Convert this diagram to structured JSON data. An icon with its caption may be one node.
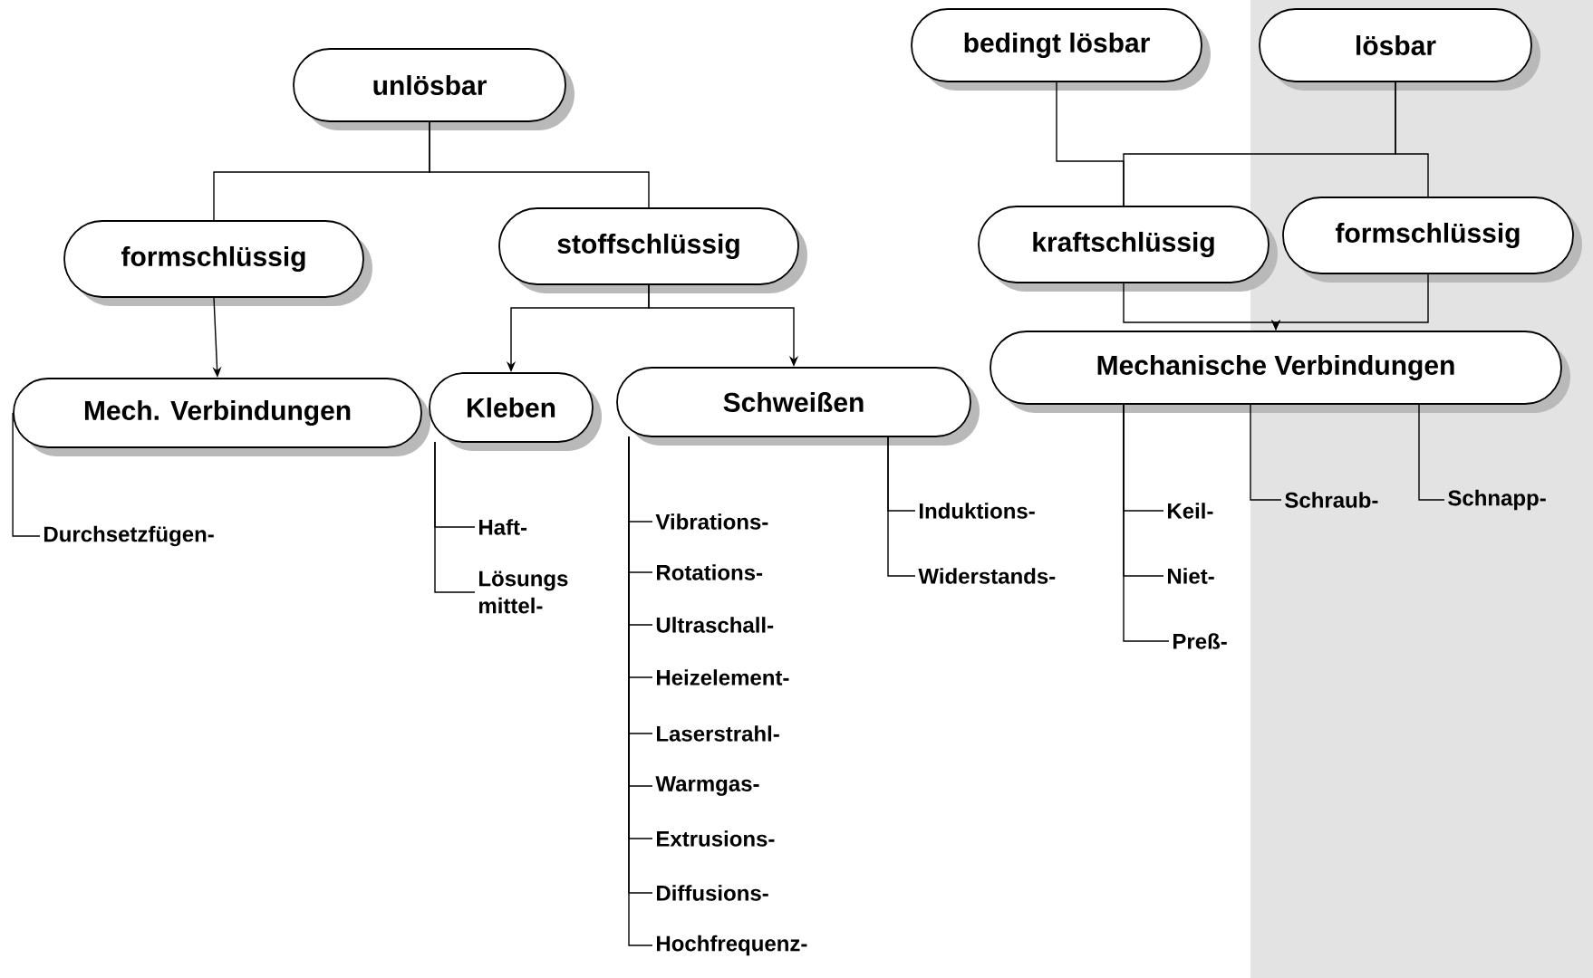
{
  "diagram": {
    "nodes": [
      {
        "text": [
          "unlösbar"
        ]
      },
      {
        "text": [
          "bedingt lösbar"
        ]
      },
      {
        "text": [
          "lösbar"
        ]
      },
      {
        "text": [
          "formschlüssig"
        ]
      },
      {
        "text": [
          "stoffschlüssig"
        ]
      },
      {
        "text": [
          "kraftschlüssig"
        ]
      },
      {
        "text": [
          "formschlüssig"
        ]
      },
      {
        "text": [
          "Mech. Verbindungen"
        ]
      },
      {
        "text": [
          "Kleben"
        ]
      },
      {
        "text": [
          "Schweißen"
        ]
      },
      {
        "text": [
          "Mechanische Verbindungen"
        ]
      },
      {
        "text": [
          "Durchsetzfügen-"
        ]
      },
      {
        "text": [
          "Haft-"
        ]
      },
      {
        "text": [
          "Lösungs mittel-"
        ]
      },
      {
        "text": [
          "Vibrations-"
        ]
      },
      {
        "text": [
          "Rotations-"
        ]
      },
      {
        "text": [
          "Ultraschall-"
        ]
      },
      {
        "text": [
          "Heizelement-"
        ]
      },
      {
        "text": [
          "Laserstrahl-"
        ]
      },
      {
        "text": [
          "Warmgas-"
        ]
      },
      {
        "text": [
          "Extrusions-"
        ]
      },
      {
        "text": [
          "Diffusions-"
        ]
      },
      {
        "text": [
          "Hochfrequenz-"
        ]
      },
      {
        "text": [
          "Induktions-"
        ]
      },
      {
        "text": [
          "Widerstands-"
        ]
      },
      {
        "text": [
          "Keil-"
        ]
      },
      {
        "text": [
          "Niet-"
        ]
      },
      {
        "text": [
          "Preß-"
        ]
      },
      {
        "text": [
          "Schraub-"
        ]
      },
      {
        "text": [
          "Schnapp-"
        ]
      }
    ],
    "edges": [
      {
        "from": 0,
        "to": 3,
        "arrow": "none"
      },
      {
        "from": 0,
        "to": 4,
        "arrow": "none"
      },
      {
        "from": 1,
        "to": 5,
        "arrow": "none"
      },
      {
        "from": 2,
        "to": 5,
        "arrow": "none"
      },
      {
        "from": 2,
        "to": 6,
        "arrow": "none"
      },
      {
        "from": 3,
        "to": 7,
        "arrow": "to"
      },
      {
        "from": 4,
        "to": 8,
        "arrow": "to"
      },
      {
        "from": 4,
        "to": 9,
        "arrow": "to"
      },
      {
        "from": 5,
        "to": 10,
        "arrow": "to"
      },
      {
        "from": 6,
        "to": 10,
        "arrow": "to"
      },
      {
        "from": 7,
        "to": 11,
        "arrow": "none"
      },
      {
        "from": 8,
        "to": 12,
        "arrow": "none"
      },
      {
        "from": 8,
        "to": 13,
        "arrow": "none"
      },
      {
        "from": 9,
        "to": 14,
        "arrow": "none"
      },
      {
        "from": 9,
        "to": 15,
        "arrow": "none"
      },
      {
        "from": 9,
        "to": 16,
        "arrow": "none"
      },
      {
        "from": 9,
        "to": 17,
        "arrow": "none"
      },
      {
        "from": 9,
        "to": 18,
        "arrow": "none"
      },
      {
        "from": 9,
        "to": 19,
        "arrow": "none"
      },
      {
        "from": 9,
        "to": 20,
        "arrow": "none"
      },
      {
        "from": 9,
        "to": 21,
        "arrow": "none"
      },
      {
        "from": 9,
        "to": 22,
        "arrow": "none"
      },
      {
        "from": 9,
        "to": 23,
        "arrow": "none"
      },
      {
        "from": 9,
        "to": 24,
        "arrow": "none"
      },
      {
        "from": 10,
        "to": 25,
        "arrow": "none"
      },
      {
        "from": 10,
        "to": 26,
        "arrow": "none"
      },
      {
        "from": 10,
        "to": 27,
        "arrow": "none"
      },
      {
        "from": 10,
        "to": 28,
        "arrow": "none"
      },
      {
        "from": 10,
        "to": 29,
        "arrow": "none"
      }
    ]
  }
}
